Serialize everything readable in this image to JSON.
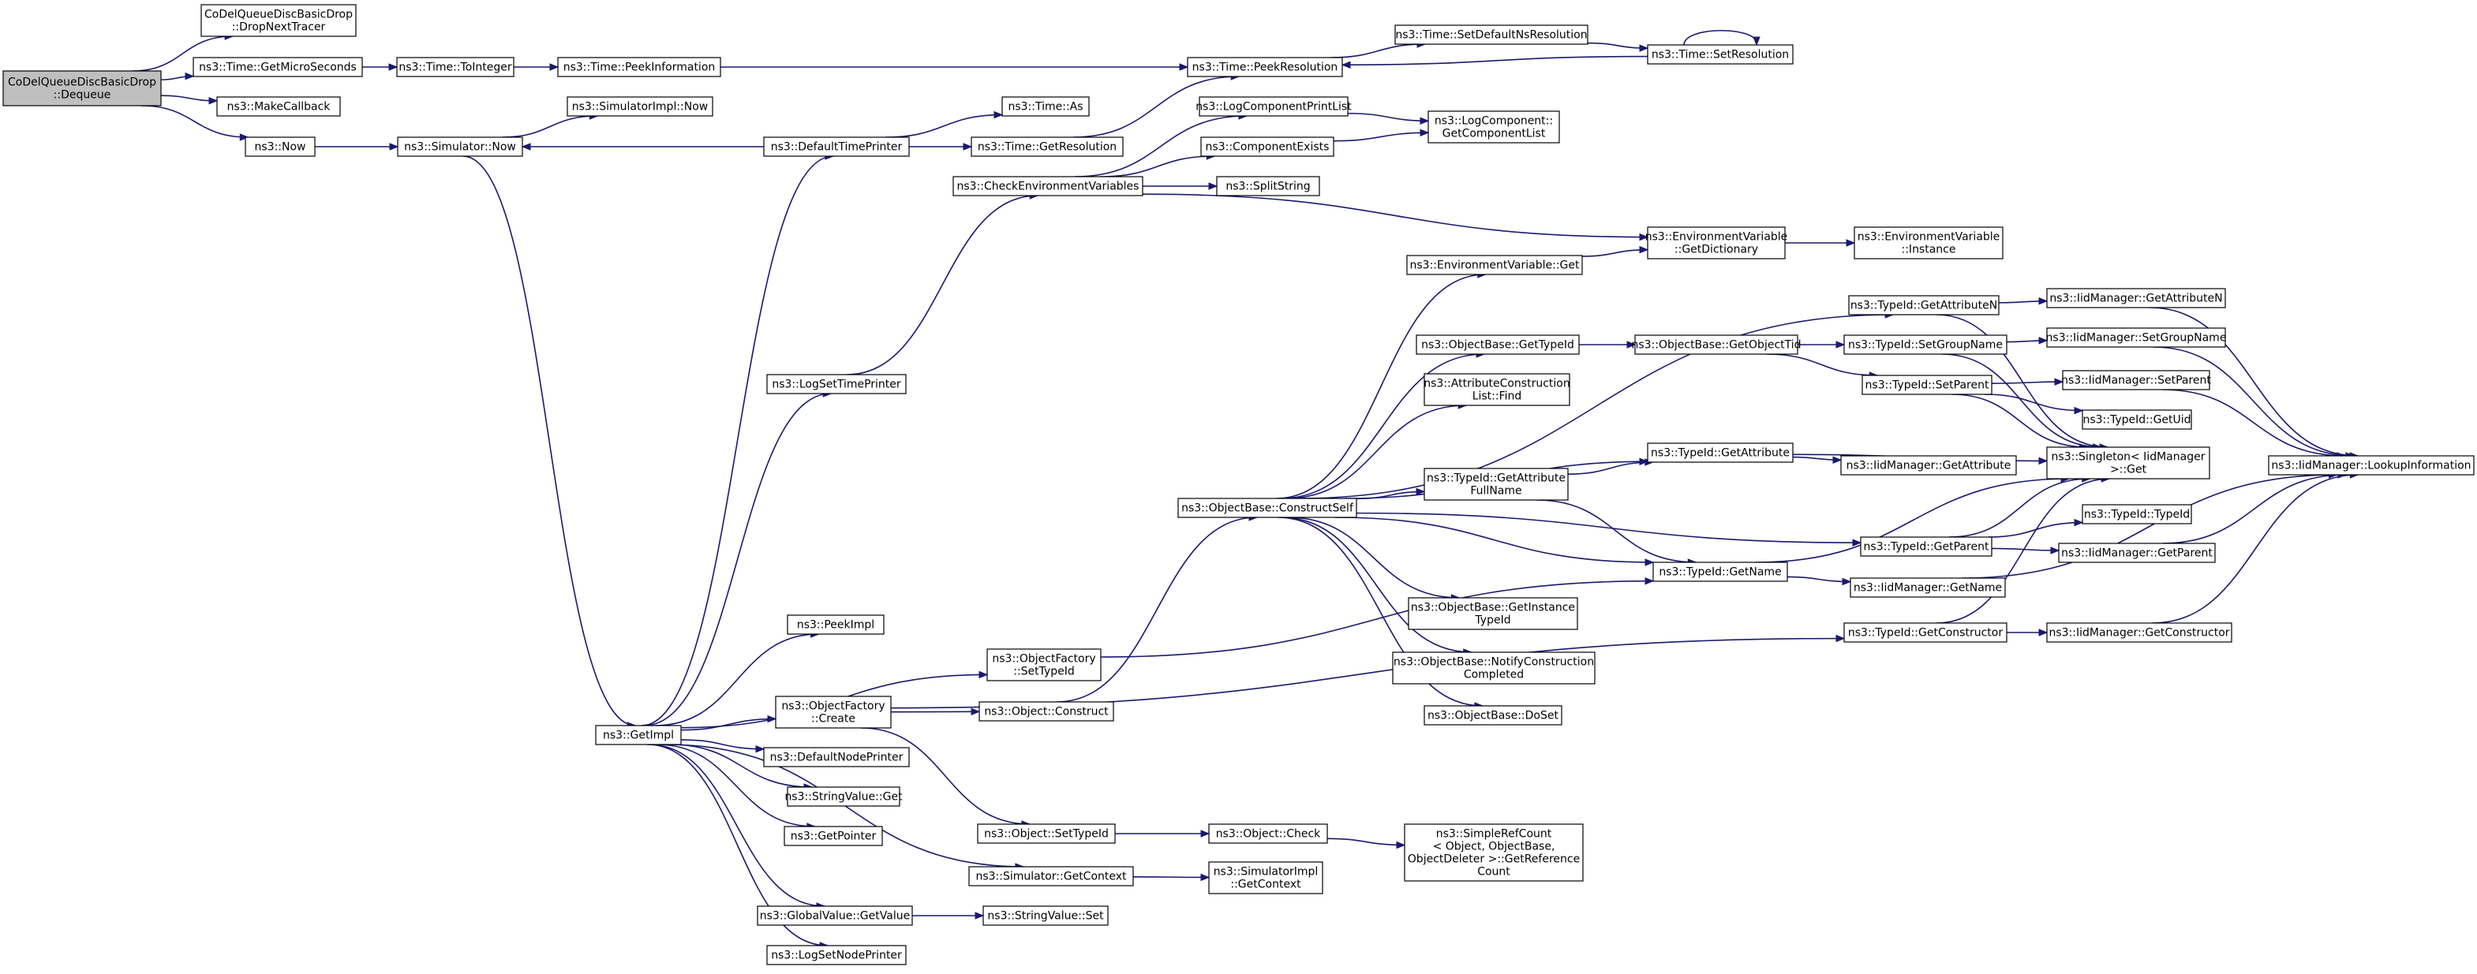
{
  "diagram": {
    "type": "call-graph",
    "colors": {
      "edge": "#191970",
      "root_fill": "#bfbfbf",
      "node_fill": "#ffffff",
      "node_border": "#000000"
    },
    "nodes": [
      {
        "id": "dequeue",
        "lines": [
          "CoDelQueueDiscBasicDrop",
          "::Dequeue"
        ],
        "root": true
      },
      {
        "id": "dropnext",
        "lines": [
          "CoDelQueueDiscBasicDrop",
          "::DropNextTracer"
        ]
      },
      {
        "id": "getmicro",
        "lines": [
          "ns3::Time::GetMicroSeconds"
        ]
      },
      {
        "id": "makecb",
        "lines": [
          "ns3::MakeCallback"
        ]
      },
      {
        "id": "now",
        "lines": [
          "ns3::Now"
        ]
      },
      {
        "id": "tointeger",
        "lines": [
          "ns3::Time::ToInteger"
        ]
      },
      {
        "id": "peekinfo",
        "lines": [
          "ns3::Time::PeekInformation"
        ]
      },
      {
        "id": "simnow",
        "lines": [
          "ns3::Simulator::Now"
        ]
      },
      {
        "id": "simimplnow",
        "lines": [
          "ns3::SimulatorImpl::Now"
        ]
      },
      {
        "id": "getimpl",
        "lines": [
          "ns3::GetImpl"
        ]
      },
      {
        "id": "deftimeprinter",
        "lines": [
          "ns3::DefaultTimePrinter"
        ]
      },
      {
        "id": "logsettime",
        "lines": [
          "ns3::LogSetTimePrinter"
        ]
      },
      {
        "id": "peekimpl",
        "lines": [
          "ns3::PeekImpl"
        ]
      },
      {
        "id": "ofcreate",
        "lines": [
          "ns3::ObjectFactory",
          "::Create"
        ]
      },
      {
        "id": "ofsettypeid",
        "lines": [
          "ns3::ObjectFactory",
          "::SetTypeId"
        ]
      },
      {
        "id": "defnodeprinter",
        "lines": [
          "ns3::DefaultNodePrinter"
        ]
      },
      {
        "id": "strget",
        "lines": [
          "ns3::StringValue::Get"
        ]
      },
      {
        "id": "getpointer",
        "lines": [
          "ns3::GetPointer"
        ]
      },
      {
        "id": "gvgetvalue",
        "lines": [
          "ns3::GlobalValue::GetValue"
        ]
      },
      {
        "id": "logsetnode",
        "lines": [
          "ns3::LogSetNodePrinter"
        ]
      },
      {
        "id": "timeas",
        "lines": [
          "ns3::Time::As"
        ]
      },
      {
        "id": "getres",
        "lines": [
          "ns3::Time::GetResolution"
        ]
      },
      {
        "id": "checkenv",
        "lines": [
          "ns3::CheckEnvironmentVariables"
        ]
      },
      {
        "id": "objconstruct",
        "lines": [
          "ns3::Object::Construct"
        ]
      },
      {
        "id": "objsettypeid",
        "lines": [
          "ns3::Object::SetTypeId"
        ]
      },
      {
        "id": "simgetctx",
        "lines": [
          "ns3::Simulator::GetContext"
        ]
      },
      {
        "id": "strset",
        "lines": [
          "ns3::StringValue::Set"
        ]
      },
      {
        "id": "peekres",
        "lines": [
          "ns3::Time::PeekResolution"
        ]
      },
      {
        "id": "logcompprint",
        "lines": [
          "ns3::LogComponentPrintList"
        ]
      },
      {
        "id": "compexists",
        "lines": [
          "ns3::ComponentExists"
        ]
      },
      {
        "id": "splitstring",
        "lines": [
          "ns3::SplitString"
        ]
      },
      {
        "id": "obconstructself",
        "lines": [
          "ns3::ObjectBase::ConstructSelf"
        ]
      },
      {
        "id": "objcheck",
        "lines": [
          "ns3::Object::Check"
        ]
      },
      {
        "id": "simimplgetctx",
        "lines": [
          "ns3::SimulatorImpl",
          "::GetContext"
        ]
      },
      {
        "id": "setdefres",
        "lines": [
          "ns3::Time::SetDefaultNsResolution"
        ]
      },
      {
        "id": "envget",
        "lines": [
          "ns3::EnvironmentVariable::Get"
        ]
      },
      {
        "id": "obgettypeid",
        "lines": [
          "ns3::ObjectBase::GetTypeId"
        ]
      },
      {
        "id": "acfind",
        "lines": [
          "ns3::AttributeConstruction",
          "List::Find"
        ]
      },
      {
        "id": "tgetattrfull",
        "lines": [
          "ns3::TypeId::GetAttribute",
          "FullName"
        ]
      },
      {
        "id": "obgetinst",
        "lines": [
          "ns3::ObjectBase::GetInstance",
          "TypeId"
        ]
      },
      {
        "id": "obnotify",
        "lines": [
          "ns3::ObjectBase::NotifyConstruction",
          "Completed"
        ]
      },
      {
        "id": "obdoset",
        "lines": [
          "ns3::ObjectBase::DoSet"
        ]
      },
      {
        "id": "simplerefcount",
        "lines": [
          "ns3::SimpleRefCount",
          "< Object, ObjectBase,",
          "ObjectDeleter >::GetReference",
          "Count"
        ]
      },
      {
        "id": "logcompget",
        "lines": [
          "ns3::LogComponent::",
          "GetComponentList"
        ]
      },
      {
        "id": "setres",
        "lines": [
          "ns3::Time::SetResolution"
        ]
      },
      {
        "id": "envgetdict",
        "lines": [
          "ns3::EnvironmentVariable",
          "::GetDictionary"
        ]
      },
      {
        "id": "obgetobjtid",
        "lines": [
          "ns3::ObjectBase::GetObjectTid"
        ]
      },
      {
        "id": "tgetattr",
        "lines": [
          "ns3::TypeId::GetAttribute"
        ]
      },
      {
        "id": "tgetname",
        "lines": [
          "ns3::TypeId::GetName"
        ]
      },
      {
        "id": "envinst",
        "lines": [
          "ns3::EnvironmentVariable",
          "::Instance"
        ]
      },
      {
        "id": "tgetattrn",
        "lines": [
          "ns3::TypeId::GetAttributeN"
        ]
      },
      {
        "id": "tsetgroup",
        "lines": [
          "ns3::TypeId::SetGroupName"
        ]
      },
      {
        "id": "tsetparent",
        "lines": [
          "ns3::TypeId::SetParent"
        ]
      },
      {
        "id": "tgetparent",
        "lines": [
          "ns3::TypeId::GetParent"
        ]
      },
      {
        "id": "tgetctor",
        "lines": [
          "ns3::TypeId::GetConstructor"
        ]
      },
      {
        "id": "iidgetname",
        "lines": [
          "ns3::IidManager::GetName"
        ]
      },
      {
        "id": "iidgetattr",
        "lines": [
          "ns3::IidManager::GetAttribute"
        ]
      },
      {
        "id": "iidgetattrn",
        "lines": [
          "ns3::IidManager::GetAttributeN"
        ]
      },
      {
        "id": "iidsetgroup",
        "lines": [
          "ns3::IidManager::SetGroupName"
        ]
      },
      {
        "id": "iidsetparent",
        "lines": [
          "ns3::IidManager::SetParent"
        ]
      },
      {
        "id": "tgetuid",
        "lines": [
          "ns3::TypeId::GetUid"
        ]
      },
      {
        "id": "singleton",
        "lines": [
          "ns3::Singleton< IidManager",
          ">::Get"
        ]
      },
      {
        "id": "ttypeid",
        "lines": [
          "ns3::TypeId::TypeId"
        ]
      },
      {
        "id": "iidgetparent",
        "lines": [
          "ns3::IidManager::GetParent"
        ]
      },
      {
        "id": "iidgetctor",
        "lines": [
          "ns3::IidManager::GetConstructor"
        ]
      },
      {
        "id": "iidlookup",
        "lines": [
          "ns3::IidManager::LookupInformation"
        ]
      }
    ],
    "edges": [
      [
        "dequeue",
        "dropnext"
      ],
      [
        "dequeue",
        "getmicro"
      ],
      [
        "dequeue",
        "makecb"
      ],
      [
        "dequeue",
        "now"
      ],
      [
        "getmicro",
        "tointeger"
      ],
      [
        "tointeger",
        "peekinfo"
      ],
      [
        "peekinfo",
        "peekres"
      ],
      [
        "now",
        "simnow"
      ],
      [
        "simnow",
        "simimplnow"
      ],
      [
        "simnow",
        "getimpl"
      ],
      [
        "getimpl",
        "deftimeprinter"
      ],
      [
        "getimpl",
        "logsettime"
      ],
      [
        "getimpl",
        "peekimpl"
      ],
      [
        "getimpl",
        "ofsettypeid"
      ],
      [
        "getimpl",
        "ofcreate"
      ],
      [
        "getimpl",
        "defnodeprinter"
      ],
      [
        "getimpl",
        "strget"
      ],
      [
        "getimpl",
        "getpointer"
      ],
      [
        "getimpl",
        "simgetctx"
      ],
      [
        "getimpl",
        "gvgetvalue"
      ],
      [
        "getimpl",
        "logsetnode"
      ],
      [
        "deftimeprinter",
        "simnow"
      ],
      [
        "deftimeprinter",
        "timeas"
      ],
      [
        "deftimeprinter",
        "getres"
      ],
      [
        "getres",
        "peekres"
      ],
      [
        "logsettime",
        "checkenv"
      ],
      [
        "checkenv",
        "logcompprint"
      ],
      [
        "checkenv",
        "compexists"
      ],
      [
        "checkenv",
        "splitstring"
      ],
      [
        "checkenv",
        "envgetdict"
      ],
      [
        "logcompprint",
        "logcompget"
      ],
      [
        "compexists",
        "logcompget"
      ],
      [
        "peekres",
        "setdefres"
      ],
      [
        "setdefres",
        "setres"
      ],
      [
        "setres",
        "peekres"
      ],
      [
        "setres",
        "setres"
      ],
      [
        "envgetdict",
        "envinst"
      ],
      [
        "envget",
        "envgetdict"
      ],
      [
        "ofcreate",
        "objconstruct"
      ],
      [
        "ofcreate",
        "objsettypeid"
      ],
      [
        "ofcreate",
        "tgetctor"
      ],
      [
        "ofsettypeid",
        "tgetname"
      ],
      [
        "objconstruct",
        "obconstructself"
      ],
      [
        "objsettypeid",
        "objcheck"
      ],
      [
        "objcheck",
        "simplerefcount"
      ],
      [
        "simgetctx",
        "simimplgetctx"
      ],
      [
        "gvgetvalue",
        "strset"
      ],
      [
        "obconstructself",
        "envget"
      ],
      [
        "obconstructself",
        "tgetattrn"
      ],
      [
        "obconstructself",
        "obgettypeid"
      ],
      [
        "obconstructself",
        "acfind"
      ],
      [
        "obconstructself",
        "tgetattr"
      ],
      [
        "obconstructself",
        "tgetattrfull"
      ],
      [
        "obconstructself",
        "tgetparent"
      ],
      [
        "obconstructself",
        "tgetname"
      ],
      [
        "obconstructself",
        "obgetinst"
      ],
      [
        "obconstructself",
        "obnotify"
      ],
      [
        "obconstructself",
        "obdoset"
      ],
      [
        "obgettypeid",
        "obgetobjtid"
      ],
      [
        "obgetobjtid",
        "tsetgroup"
      ],
      [
        "obgetobjtid",
        "tsetparent"
      ],
      [
        "tgetattrfull",
        "tgetattr"
      ],
      [
        "tgetattrfull",
        "tgetname"
      ],
      [
        "tgetattr",
        "iidgetattr"
      ],
      [
        "tgetattr",
        "singleton"
      ],
      [
        "tgetname",
        "iidgetname"
      ],
      [
        "tgetname",
        "singleton"
      ],
      [
        "tgetattrn",
        "iidgetattrn"
      ],
      [
        "tgetattrn",
        "singleton"
      ],
      [
        "tsetgroup",
        "iidsetgroup"
      ],
      [
        "tsetgroup",
        "singleton"
      ],
      [
        "tsetparent",
        "iidsetparent"
      ],
      [
        "tsetparent",
        "tgetuid"
      ],
      [
        "tsetparent",
        "singleton"
      ],
      [
        "tgetparent",
        "ttypeid"
      ],
      [
        "tgetparent",
        "iidgetparent"
      ],
      [
        "tgetparent",
        "singleton"
      ],
      [
        "tgetctor",
        "iidgetctor"
      ],
      [
        "tgetctor",
        "singleton"
      ],
      [
        "iidgetattrn",
        "iidlookup"
      ],
      [
        "iidsetgroup",
        "iidlookup"
      ],
      [
        "iidsetparent",
        "iidlookup"
      ],
      [
        "iidgetparent",
        "iidlookup"
      ],
      [
        "iidgetname",
        "iidlookup"
      ],
      [
        "iidgetctor",
        "iidlookup"
      ]
    ]
  }
}
